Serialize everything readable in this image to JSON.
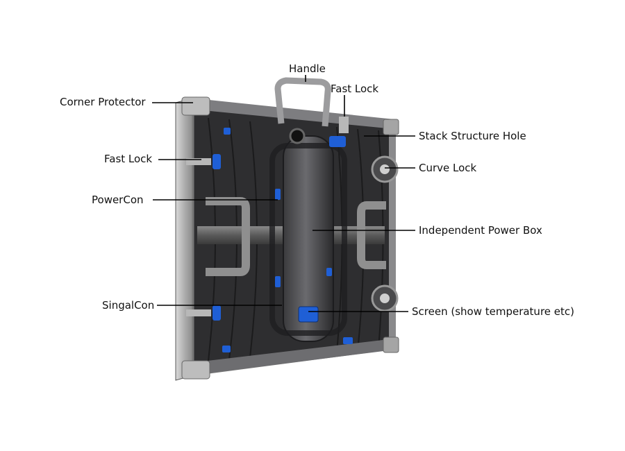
{
  "labels": {
    "handle": "Handle",
    "fast_lock_top": "Fast Lock",
    "corner_protector": "Corner Protector",
    "stack_structure_hole": "Stack Structure Hole",
    "fast_lock_left": "Fast Lock",
    "curve_lock": "Curve Lock",
    "powercon": "PowerCon",
    "independent_power_box": "Independent Power Box",
    "singalcon": "SingalCon",
    "screen": "Screen (show temperature etc)"
  },
  "colors": {
    "background": "#ffffff",
    "frame": "#9a9a9a",
    "panel": "#2c2c2e",
    "accent": "#1f5fd6",
    "label_text": "#111111"
  }
}
